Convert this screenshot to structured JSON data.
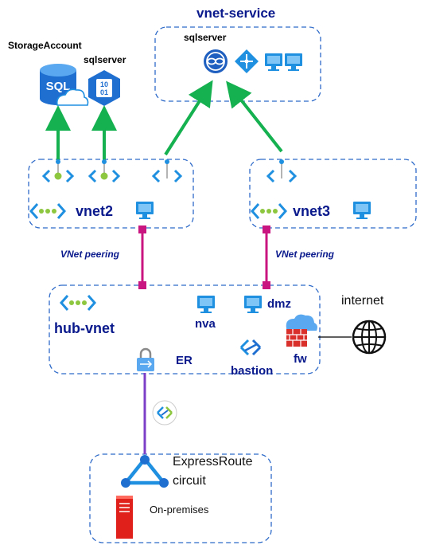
{
  "labels": {
    "vnet_service": "vnet-service",
    "sqlserver_service": "sqlserver",
    "storage_account": "StorageAccount",
    "sqlserver_left": "sqlserver",
    "sql_text": "SQL",
    "sqldb_text_top": "10",
    "sqldb_text_bottom": "01",
    "vnet2": "vnet2",
    "vnet3": "vnet3",
    "peering_left": "VNet peering",
    "peering_right": "VNet peering",
    "hub_vnet": "hub-vnet",
    "nva": "nva",
    "dmz": "dmz",
    "fw": "fw",
    "bastion": "bastion",
    "er": "ER",
    "internet": "internet",
    "expressroute_line1": "ExpressRoute",
    "expressroute_line2": "circuit",
    "on_premises": "On-premises"
  },
  "colors": {
    "box_border": "#2f6bc9",
    "green_arrow": "#15b04f",
    "peering_line": "#c8157f",
    "er_line": "#7b3fc8",
    "azure_blue": "#1f8fe0",
    "text_navy": "#0a1a8c",
    "firewall_red": "#d9302c",
    "onprem_red": "#e0201b"
  }
}
